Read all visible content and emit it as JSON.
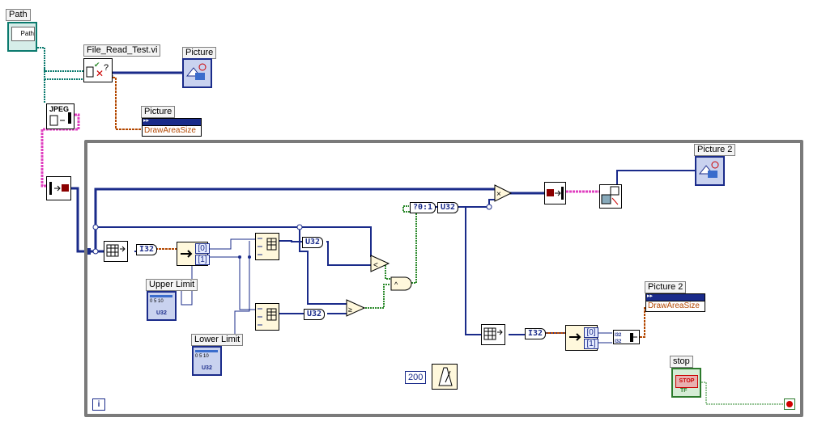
{
  "controls": {
    "path": {
      "label": "Path",
      "icon_text": "Path"
    },
    "upper_limit": {
      "label": "Upper Limit",
      "scale": "0 5 10",
      "type": "U32"
    },
    "lower_limit": {
      "label": "Lower Limit",
      "scale": "0 5 10",
      "type": "U32"
    },
    "stop": {
      "label": "stop",
      "icon_text": "STOP",
      "type": "TF"
    }
  },
  "subvi": {
    "file_read_test": {
      "label": "File_Read_Test.vi"
    },
    "jpeg": {
      "text": "JPEG"
    }
  },
  "indicators": {
    "picture_top": {
      "label": "Picture"
    },
    "picture2_top": {
      "label": "Picture 2"
    }
  },
  "property_nodes": {
    "picture": {
      "label": "Picture",
      "property": "DrawAreaSize"
    },
    "picture2": {
      "label": "Picture 2",
      "property": "DrawAreaSize"
    }
  },
  "index_arrays": {
    "idx1": [
      "[0]",
      "[1]"
    ],
    "idx2": [
      "[0]",
      "[1]"
    ]
  },
  "conversions": {
    "u32_a": "U32",
    "u32_b": "U32",
    "u32_c": "U32",
    "select_label": "?0:1"
  },
  "constants": {
    "wait_ms": "200"
  },
  "loop": {
    "iteration_label": "i"
  },
  "colors": {
    "wire_blue": "#1a2b8a",
    "wire_pink": "#e040c0",
    "wire_orange": "#b34700",
    "wire_green": "#2c8a2c",
    "wire_teal": "#0b7a6e",
    "loop_border": "#7a7a7a"
  }
}
